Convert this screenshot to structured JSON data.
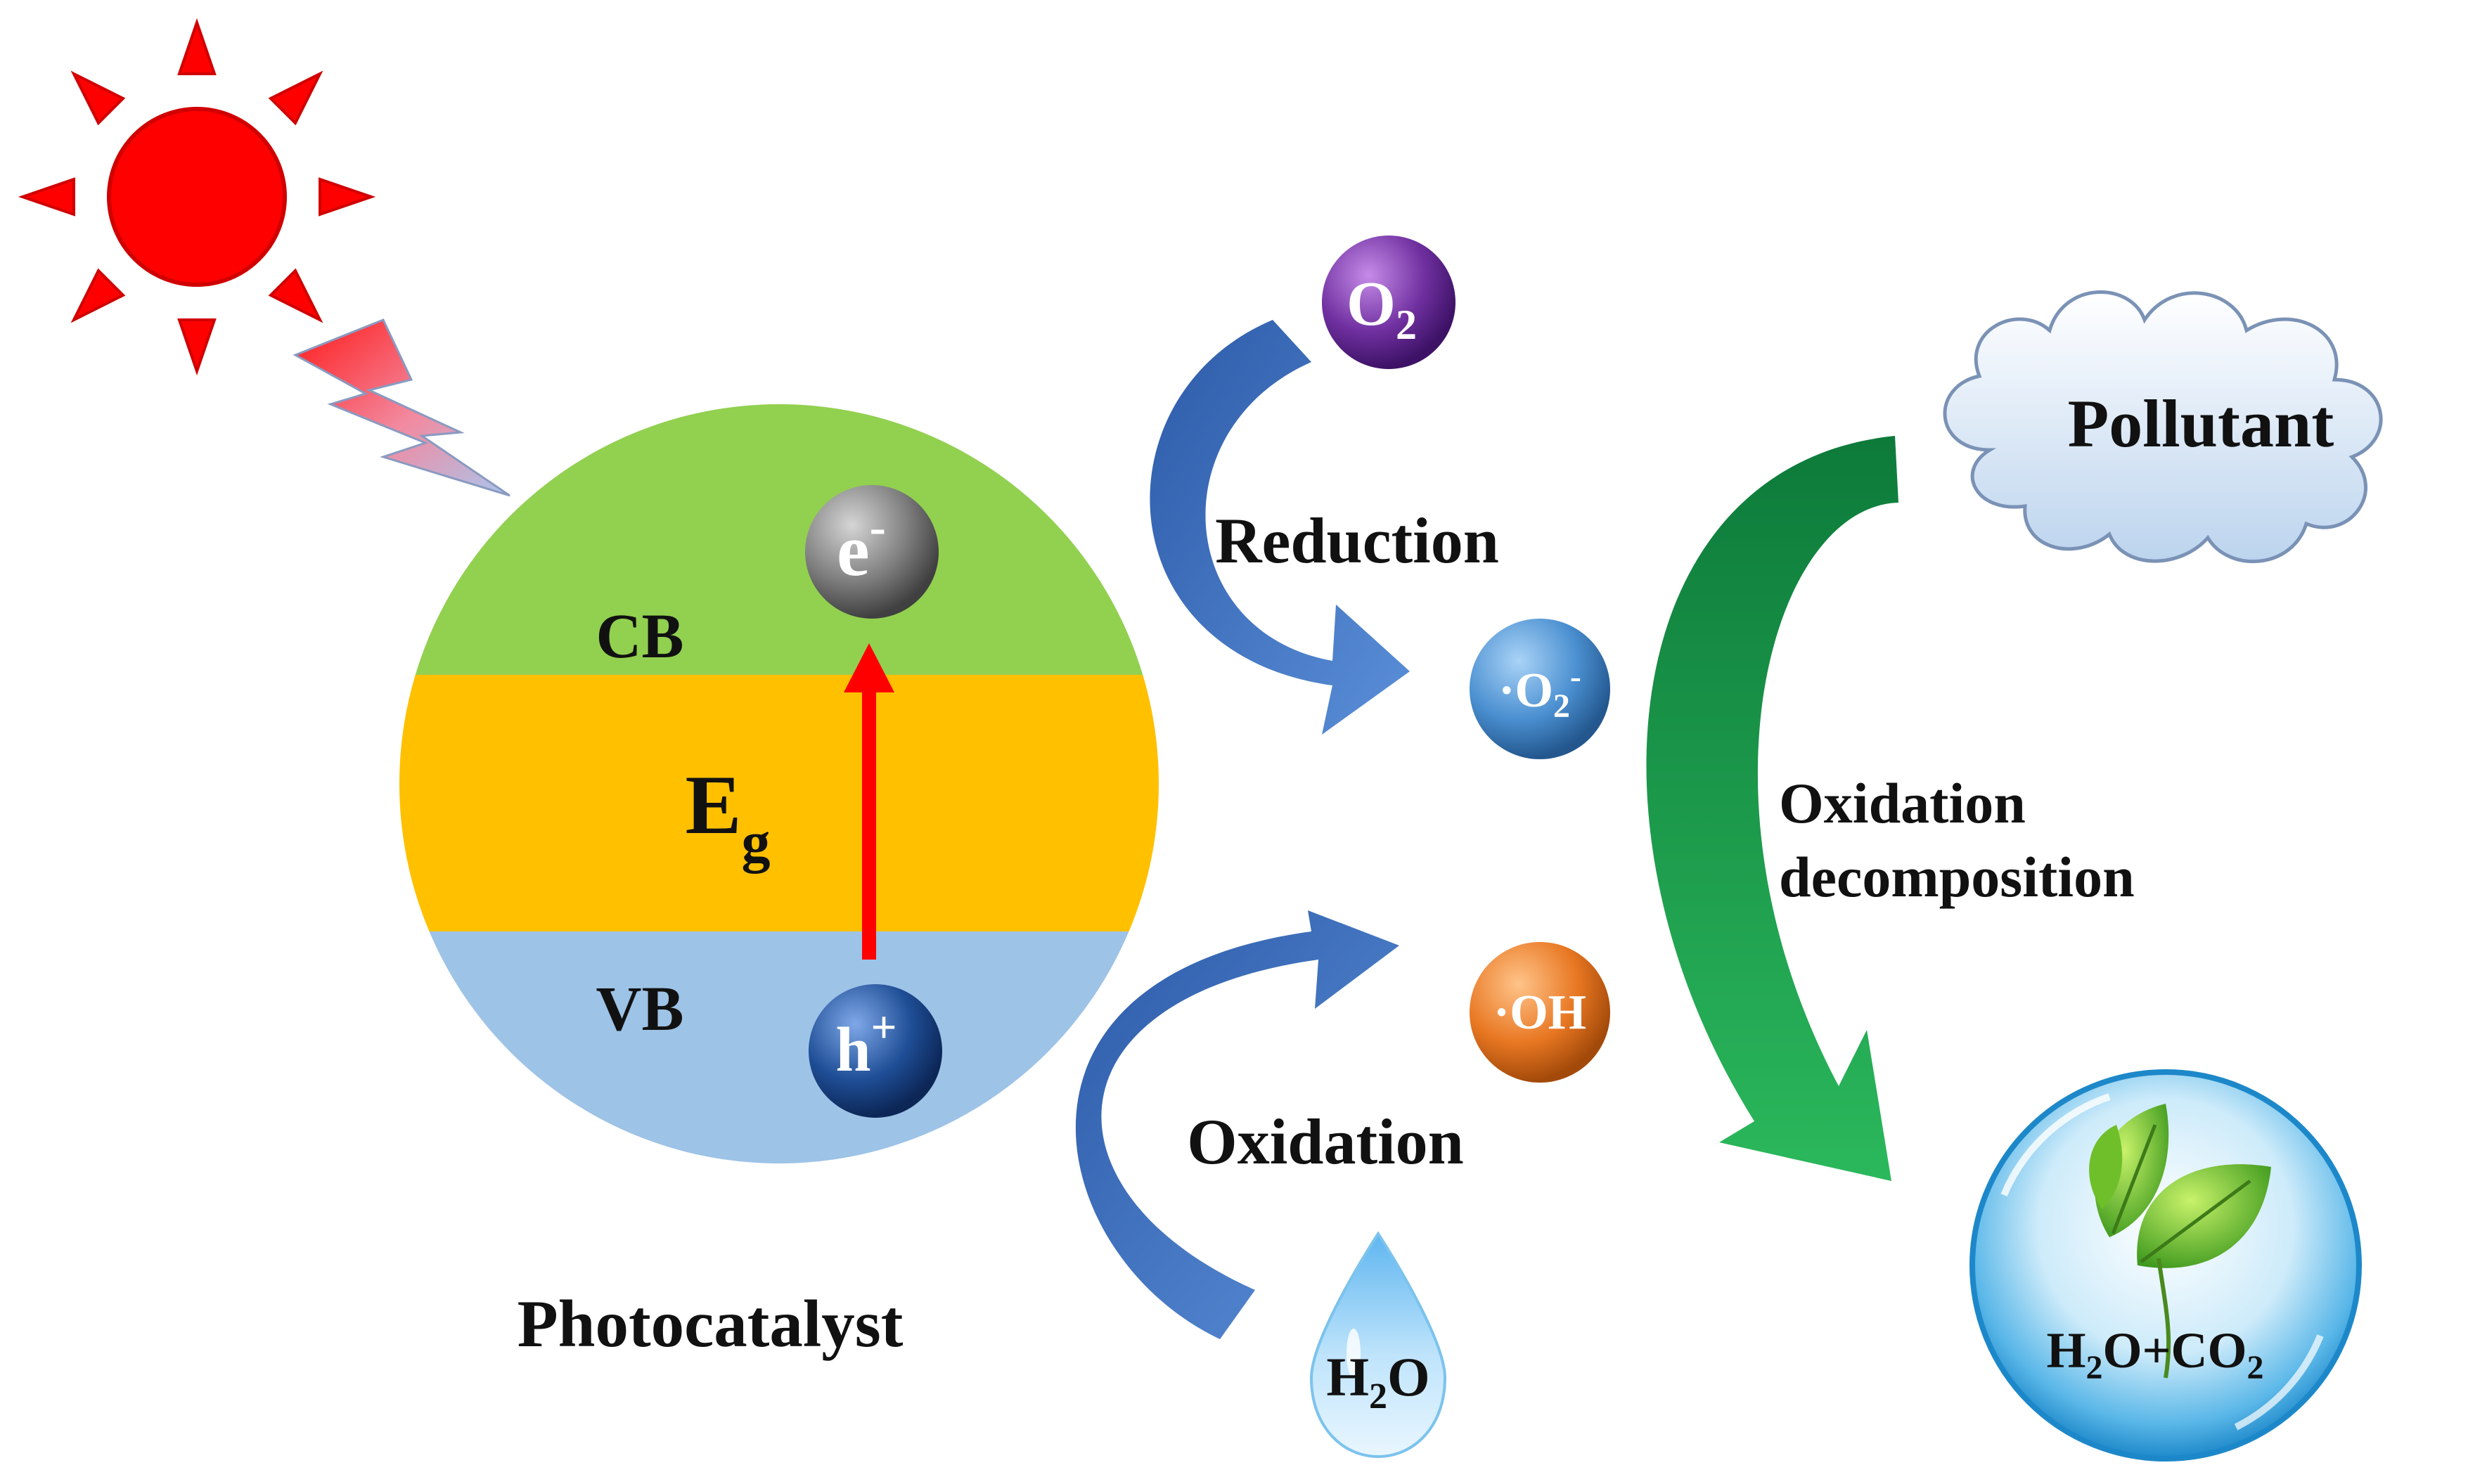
{
  "catalyst": {
    "cb_label": "CB",
    "vb_label": "VB",
    "eg_main": "E",
    "eg_sub": "g",
    "electron": {
      "base": "e",
      "sup": "-"
    },
    "hole": {
      "base": "h",
      "sup": "+"
    },
    "caption": "Photocatalyst"
  },
  "species": {
    "o2": {
      "base": "O",
      "sub": "2"
    },
    "superoxide": {
      "pre": "·O",
      "sub": "2",
      "sup": "-"
    },
    "hydroxyl": "·OH",
    "water": {
      "pre": "H",
      "sub": "2",
      "post": "O"
    }
  },
  "processes": {
    "reduction": "Reduction",
    "oxidation": "Oxidation",
    "decomposition_line1": "Oxidation",
    "decomposition_line2": "decomposition"
  },
  "pollutant": "Pollutant",
  "products": {
    "h": "H",
    "sub1": "2",
    "mid": "O+CO",
    "sub2": "2"
  },
  "colors": {
    "conduction_band": "#92d050",
    "band_gap": "#ffc000",
    "valence_band": "#9dc3e6",
    "excitation_arrow": "#ff0000",
    "sun": "#ff0000",
    "reduction_oxidation_arrows": "#3c6bb8",
    "decomposition_arrow": "#0f9d4a",
    "o2_sphere": "#7030a0",
    "superoxide_sphere": "#4a8fd0",
    "hydroxyl_sphere": "#e87722",
    "electron_sphere": "#7f7f7f",
    "hole_sphere": "#1f4e96"
  },
  "icons": [
    "sun-icon",
    "lightning-icon",
    "cloud-icon",
    "water-drop-icon",
    "globe-leaf-icon"
  ]
}
